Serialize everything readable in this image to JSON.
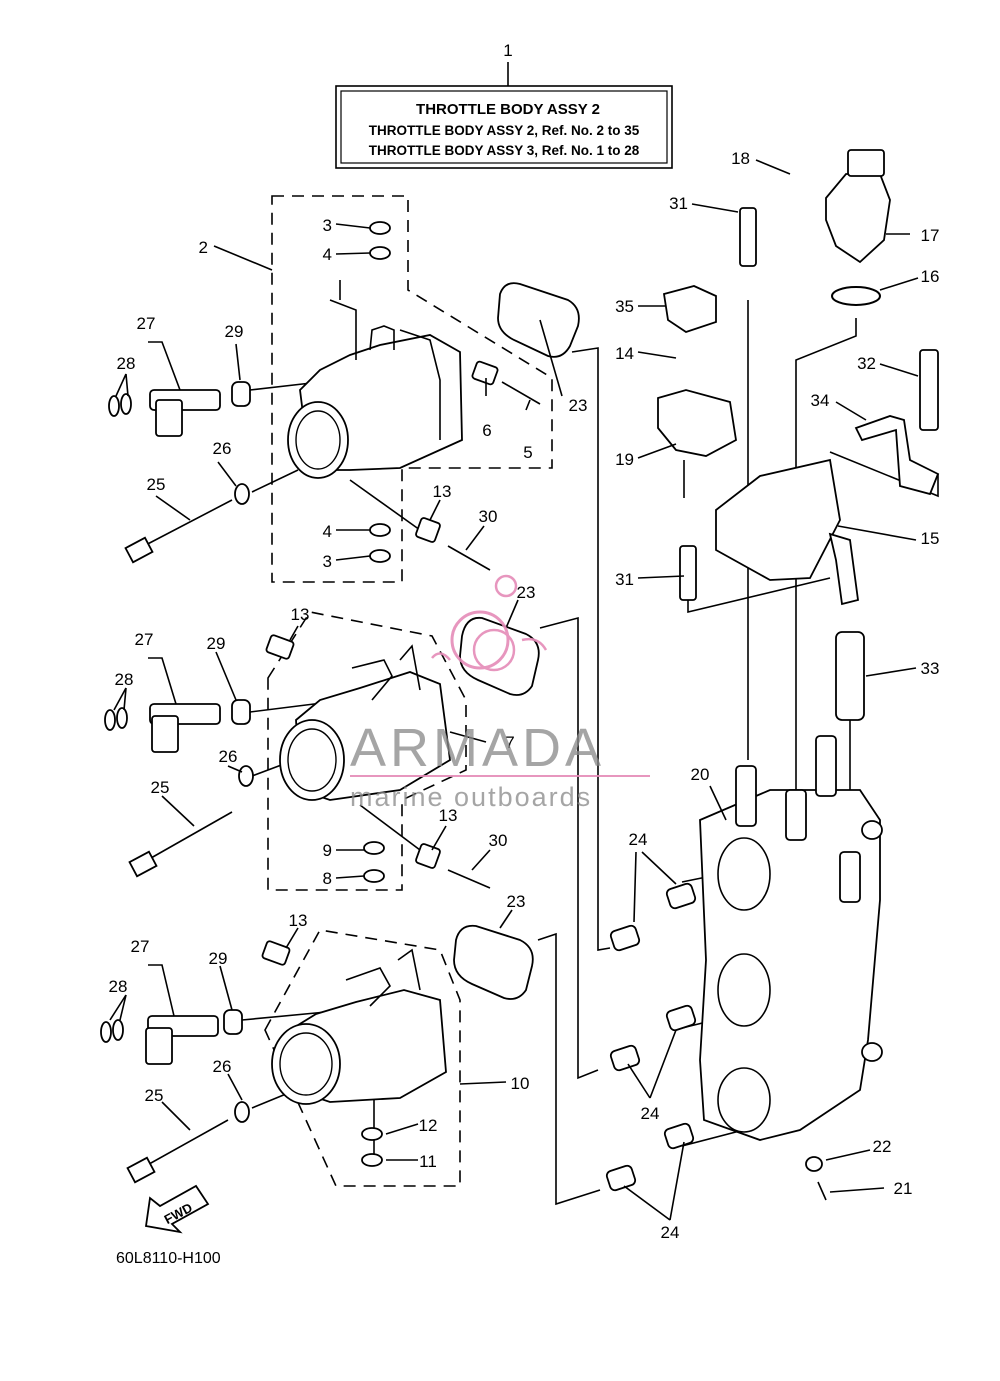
{
  "title_box": {
    "heading": "THROTTLE BODY ASSY 2",
    "line1": "THROTTLE BODY ASSY 2,  Ref. No. 2 to 35",
    "line2": "THROTTLE BODY ASSY 3,  Ref. No. 1 to 28"
  },
  "watermark": {
    "brand": "ARMADA",
    "tagline": "marine outboards",
    "accent_color": "#e58bb8"
  },
  "fwd_label": "FWD",
  "diagram_code": "60L8110-H100",
  "callouts": [
    {
      "id": "c1",
      "text": "1"
    },
    {
      "id": "c2",
      "text": "2"
    },
    {
      "id": "c3a",
      "text": "3"
    },
    {
      "id": "c4a",
      "text": "4"
    },
    {
      "id": "c4b",
      "text": "4"
    },
    {
      "id": "c3b",
      "text": "3"
    },
    {
      "id": "c5",
      "text": "5"
    },
    {
      "id": "c6",
      "text": "6"
    },
    {
      "id": "c7",
      "text": "7"
    },
    {
      "id": "c8",
      "text": "8"
    },
    {
      "id": "c9",
      "text": "9"
    },
    {
      "id": "c10",
      "text": "10"
    },
    {
      "id": "c11",
      "text": "11"
    },
    {
      "id": "c12",
      "text": "12"
    },
    {
      "id": "c13a",
      "text": "13"
    },
    {
      "id": "c13b",
      "text": "13"
    },
    {
      "id": "c13c",
      "text": "13"
    },
    {
      "id": "c13d",
      "text": "13"
    },
    {
      "id": "c14",
      "text": "14"
    },
    {
      "id": "c15",
      "text": "15"
    },
    {
      "id": "c16",
      "text": "16"
    },
    {
      "id": "c17",
      "text": "17"
    },
    {
      "id": "c18",
      "text": "18"
    },
    {
      "id": "c19",
      "text": "19"
    },
    {
      "id": "c20",
      "text": "20"
    },
    {
      "id": "c21",
      "text": "21"
    },
    {
      "id": "c22",
      "text": "22"
    },
    {
      "id": "c23a",
      "text": "23"
    },
    {
      "id": "c23b",
      "text": "23"
    },
    {
      "id": "c23c",
      "text": "23"
    },
    {
      "id": "c24a",
      "text": "24"
    },
    {
      "id": "c24b",
      "text": "24"
    },
    {
      "id": "c24c",
      "text": "24"
    },
    {
      "id": "c25a",
      "text": "25"
    },
    {
      "id": "c25b",
      "text": "25"
    },
    {
      "id": "c25c",
      "text": "25"
    },
    {
      "id": "c26a",
      "text": "26"
    },
    {
      "id": "c26b",
      "text": "26"
    },
    {
      "id": "c26c",
      "text": "26"
    },
    {
      "id": "c27a",
      "text": "27"
    },
    {
      "id": "c27b",
      "text": "27"
    },
    {
      "id": "c27c",
      "text": "27"
    },
    {
      "id": "c28a",
      "text": "28"
    },
    {
      "id": "c28b",
      "text": "28"
    },
    {
      "id": "c28c",
      "text": "28"
    },
    {
      "id": "c29a",
      "text": "29"
    },
    {
      "id": "c29b",
      "text": "29"
    },
    {
      "id": "c29c",
      "text": "29"
    },
    {
      "id": "c30a",
      "text": "30"
    },
    {
      "id": "c30b",
      "text": "30"
    },
    {
      "id": "c31a",
      "text": "31"
    },
    {
      "id": "c31b",
      "text": "31"
    },
    {
      "id": "c32",
      "text": "32"
    },
    {
      "id": "c33",
      "text": "33"
    },
    {
      "id": "c34",
      "text": "34"
    },
    {
      "id": "c35",
      "text": "35"
    }
  ]
}
